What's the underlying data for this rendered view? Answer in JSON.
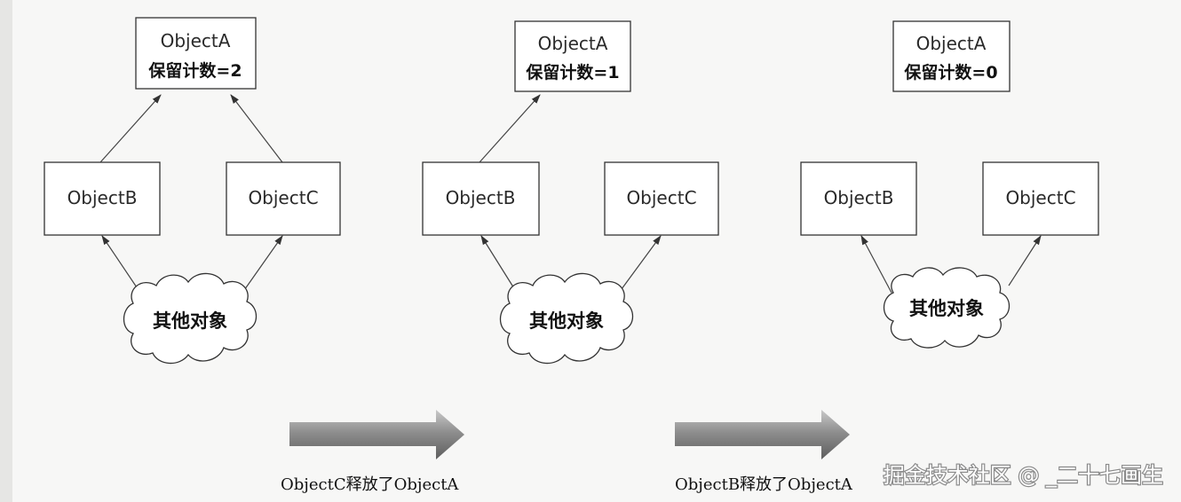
{
  "panels": [
    {
      "object_a": {
        "name": "ObjectA",
        "retain_count": "保留计数=2"
      },
      "object_b": "ObjectB",
      "object_c": "ObjectC",
      "others": "其他对象"
    },
    {
      "object_a": {
        "name": "ObjectA",
        "retain_count": "保留计数=1"
      },
      "object_b": "ObjectB",
      "object_c": "ObjectC",
      "others": "其他对象"
    },
    {
      "object_a": {
        "name": "ObjectA",
        "retain_count": "保留计数=0"
      },
      "object_b": "ObjectB",
      "object_c": "ObjectC",
      "others": "其他对象"
    }
  ],
  "transitions": [
    {
      "caption": "ObjectC释放了ObjectA"
    },
    {
      "caption": "ObjectB释放了ObjectA"
    }
  ],
  "watermark": "掘金技术社区 @ _二十七画生"
}
